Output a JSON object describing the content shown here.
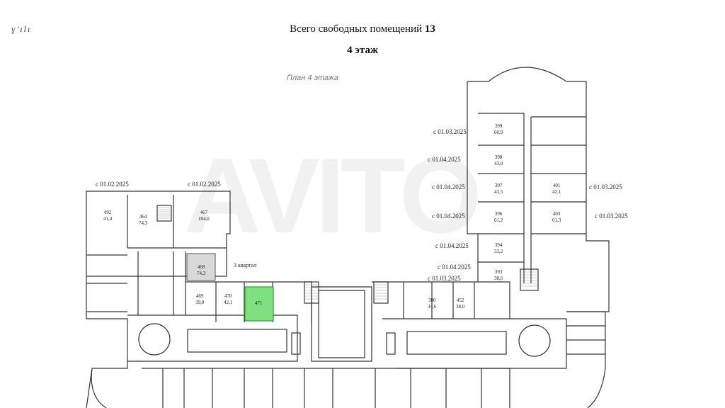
{
  "header": {
    "title_text": "Всего свободных помещений",
    "title_count": "13",
    "floor": "4 этаж",
    "plan_caption": "План 4 этажа",
    "corner_mark": "ɣ'ılı"
  },
  "date_labels": {
    "l1": "с 01.02.2025",
    "l2": "с 01.02.2025",
    "r1": "с 01.03.2025",
    "r2": "с 01.04.2025",
    "r3": "с 01.04.2025",
    "r4": "с 01.04.2025",
    "r5": "с 01.04.2025",
    "r6": "с 01.04.2025",
    "r7": "с 01.03.2025",
    "rr1": "с 01.03.2025",
    "rr2": "с 01.03.2025"
  },
  "notes": {
    "quarter": "3 квартал"
  },
  "rooms": {
    "a": "492\n41,4",
    "b": "464\n74,3",
    "c": "467\n104,0",
    "d": "468\n74,3",
    "e": "469\n39,0",
    "f": "470\n42,1",
    "g": "471\n",
    "h": "399\n60,9",
    "i": "398\n43,0",
    "j": "397\n43,5",
    "k": "396\n61,2",
    "l": "394\n33,2",
    "m": "393\n38,6",
    "n": "380\n34,6",
    "o": "452\n38,0",
    "p": "401\n42,1",
    "q": "403\n61,3"
  },
  "colors": {
    "highlight": "#7fe07f",
    "line": "#333333",
    "hatch": "#999999"
  }
}
